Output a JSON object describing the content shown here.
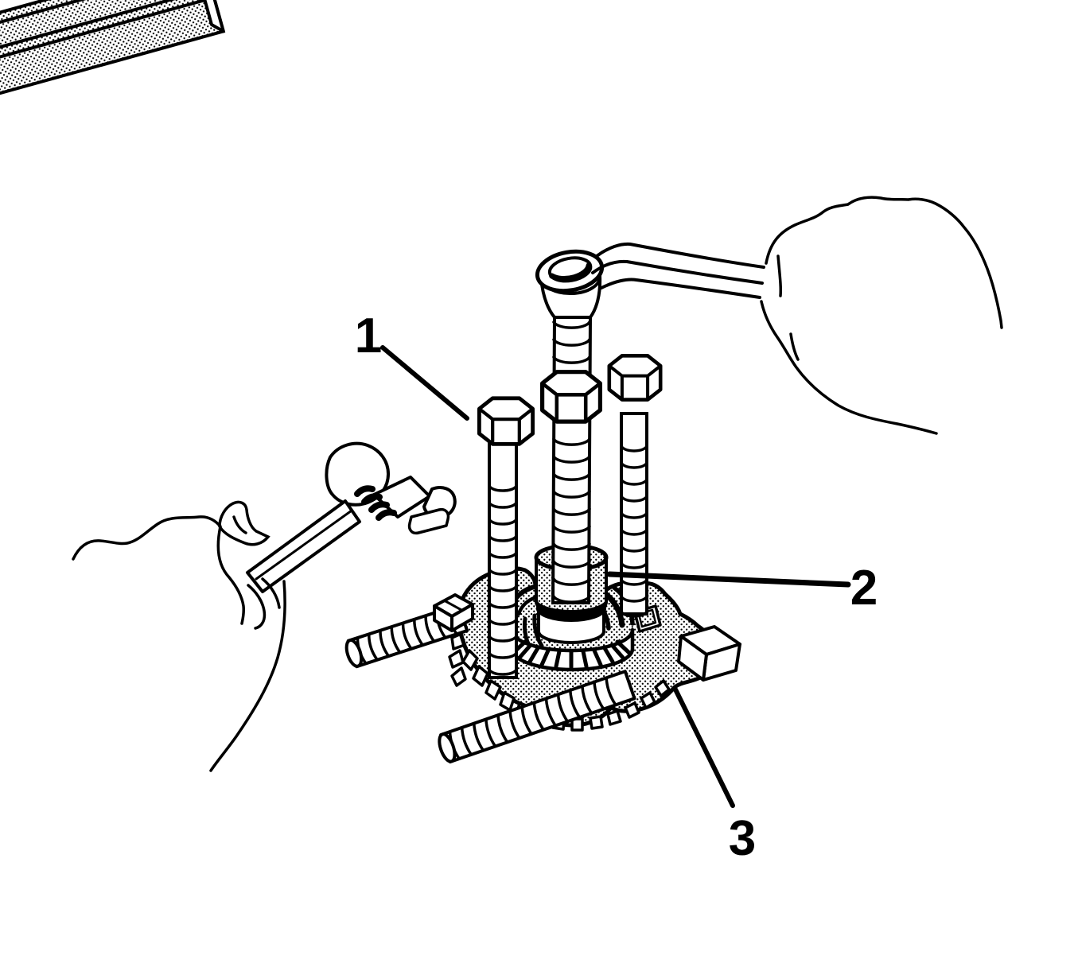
{
  "figure": {
    "background_color": "#ffffff",
    "line_color": "#000000",
    "callouts": [
      {
        "label": "1",
        "target": "puller-crossbar"
      },
      {
        "label": "2",
        "target": "bearing-collar"
      },
      {
        "label": "3",
        "target": "gear-assembly"
      }
    ]
  }
}
